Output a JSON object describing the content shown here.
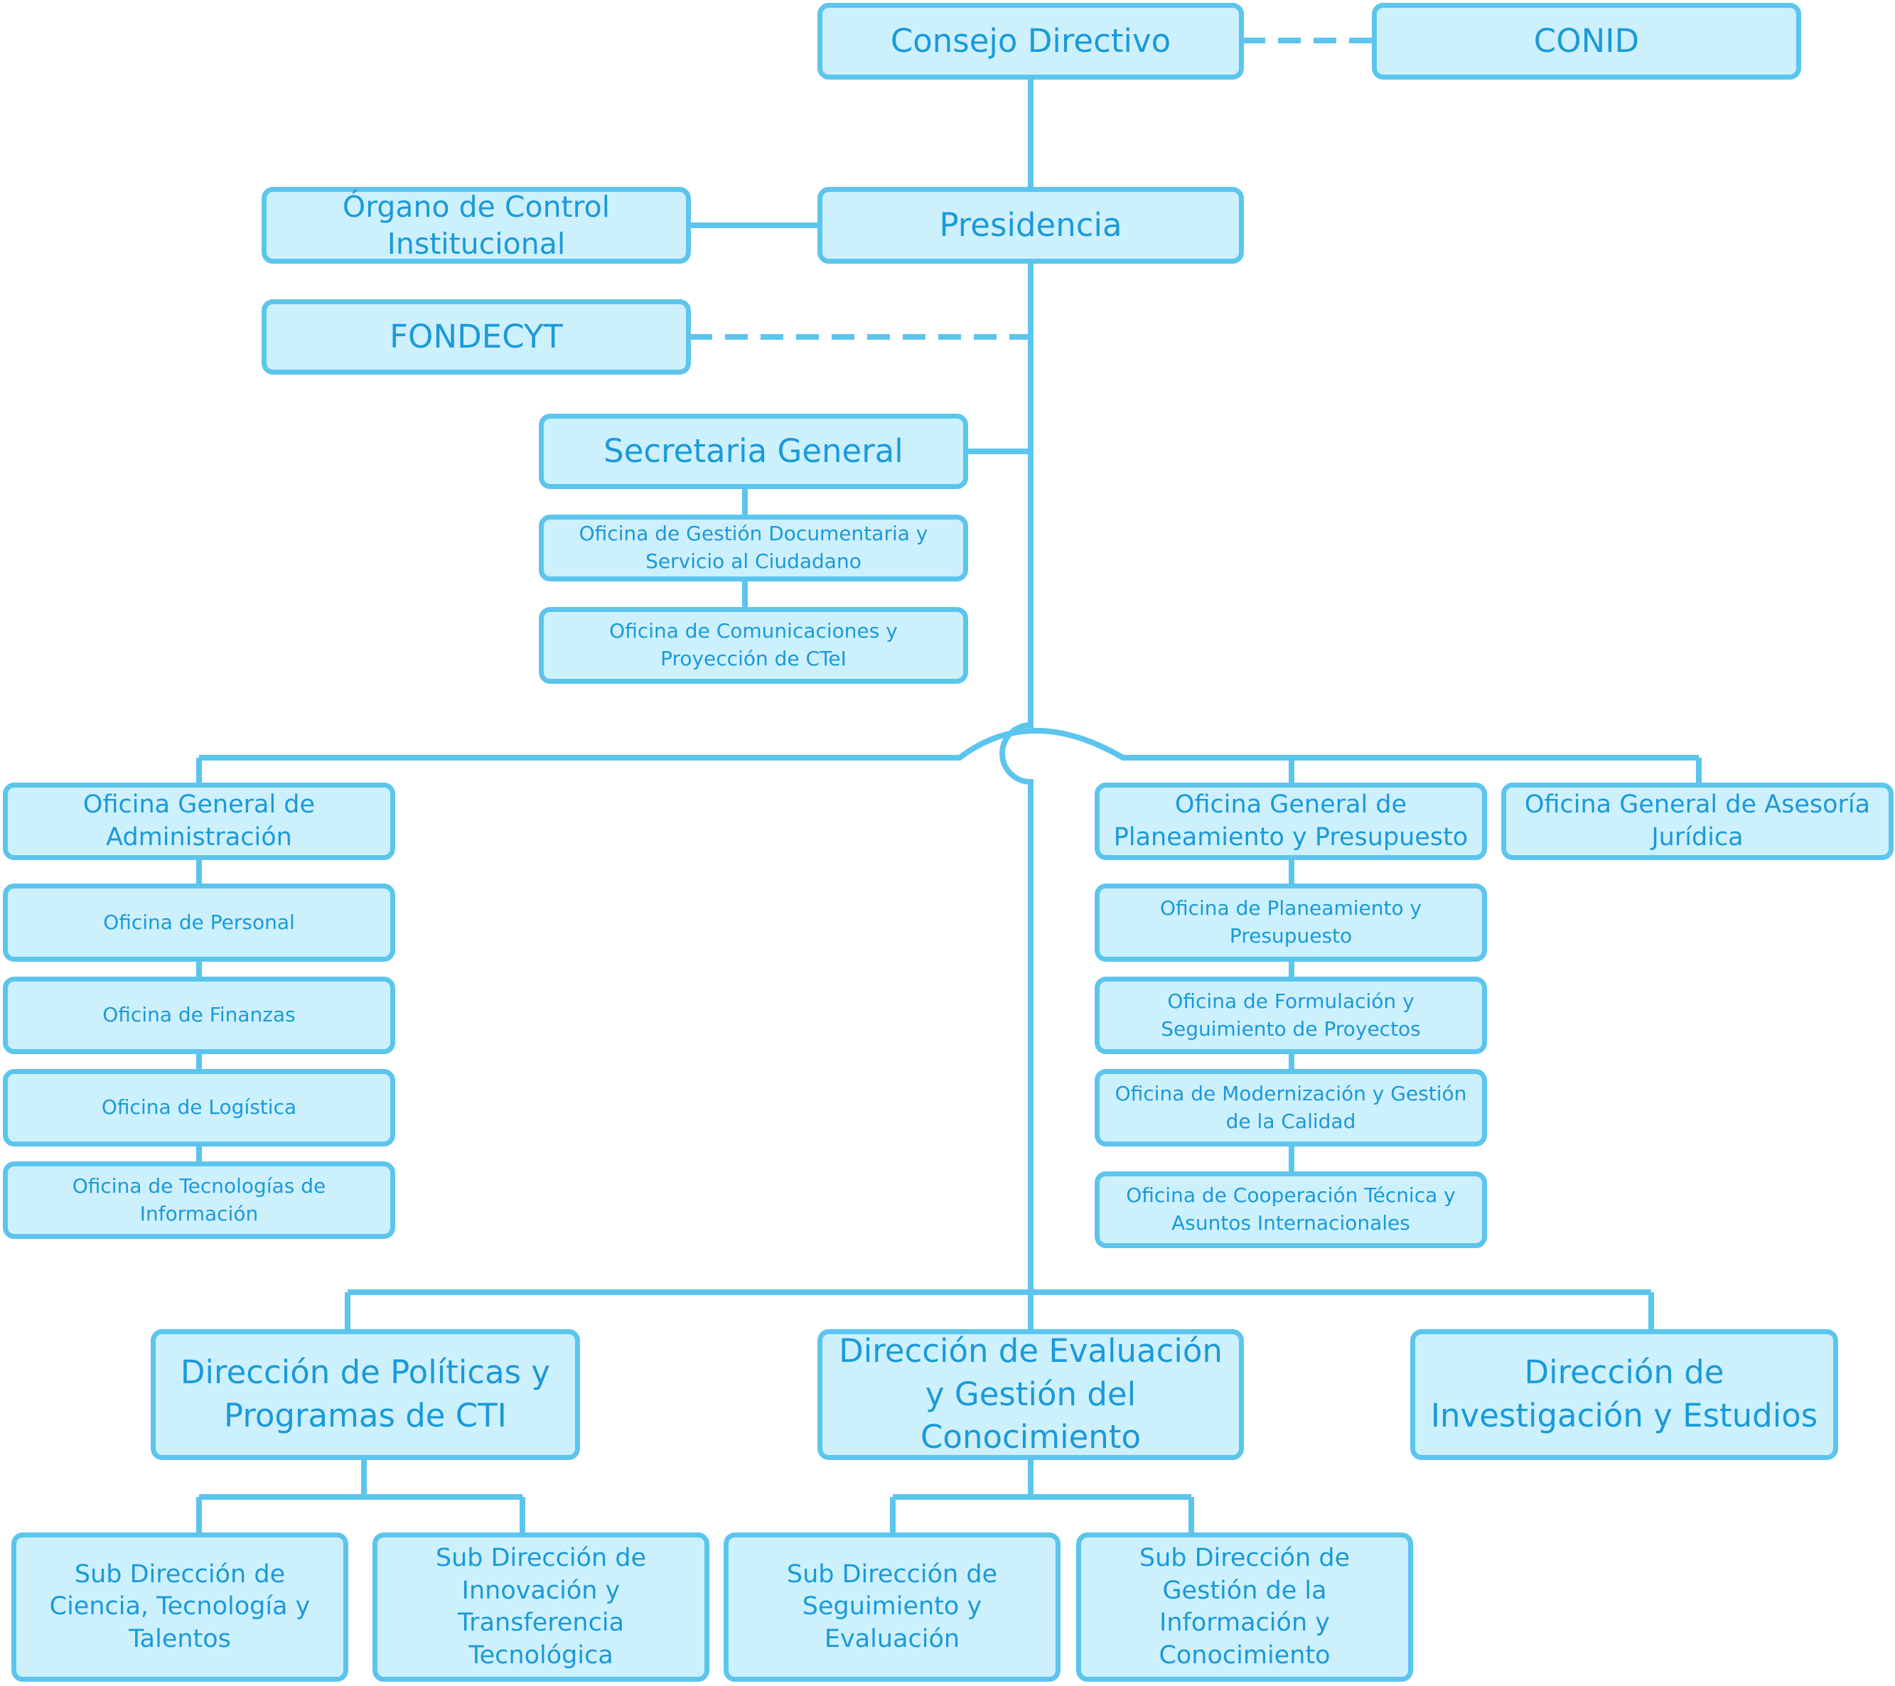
{
  "org_chart": {
    "consejo": "Consejo Directivo",
    "conid": "CONID",
    "presidencia": "Presidencia",
    "organo_control": "Órgano de Control\nInstitucional",
    "fondecyt": "FONDECYT",
    "secretaria": "Secretaria General",
    "ofi_gestion_documentaria": "Oficina de Gestión Documentaria y\nServicio al Ciudadano",
    "ofi_comunicaciones": "Oficina  de Comunicaciones y\nProyección de CTeI",
    "og_administracion": "Oficina General de\nAdministración",
    "ofi_personal": "Oficina de Personal",
    "ofi_finanzas": "Oficina de Finanzas",
    "ofi_logistica": "Oficina de Logística",
    "ofi_tecnologias": "Oficina de Tecnologías de\nInformación",
    "og_planeamiento": "Oficina General  de\nPlaneamiento y Presupuesto",
    "og_asesoria": "Oficina  General de Asesoría\nJurídica",
    "ofi_planeamiento": "Oficina de Planeamiento y\nPresupuesto",
    "ofi_formulacion": "Oficina de Formulación y\nSeguimiento de Proyectos",
    "ofi_modernizacion": "Oficina de Modernización y Gestión\nde la Calidad",
    "ofi_cooperacion": "Oficina  de Cooperación Técnica y\nAsuntos Internacionales",
    "dir_politicas": "Dirección  de Políticas y\nProgramas de CTI",
    "dir_evaluacion": "Dirección  de Evaluación\ny Gestión del\nConocimiento",
    "dir_investigacion": "Dirección  de\nInvestigación y Estudios",
    "sub_ciencia": "Sub Dirección de\nCiencia, Tecnología y\nTalentos",
    "sub_innovacion": "Sub Dirección de\nInnovación y\nTransferencia\nTecnológica",
    "sub_seguimiento": "Sub Dirección de\nSeguimiento y\nEvaluación",
    "sub_informacion": "Sub Dirección de\nGestión de la\nInformación y\nConocimiento"
  },
  "colors": {
    "box_fill": "#cdf0fd",
    "box_border": "#5cc5ee",
    "text": "#1a9ad9",
    "line": "#5cc5ee"
  }
}
